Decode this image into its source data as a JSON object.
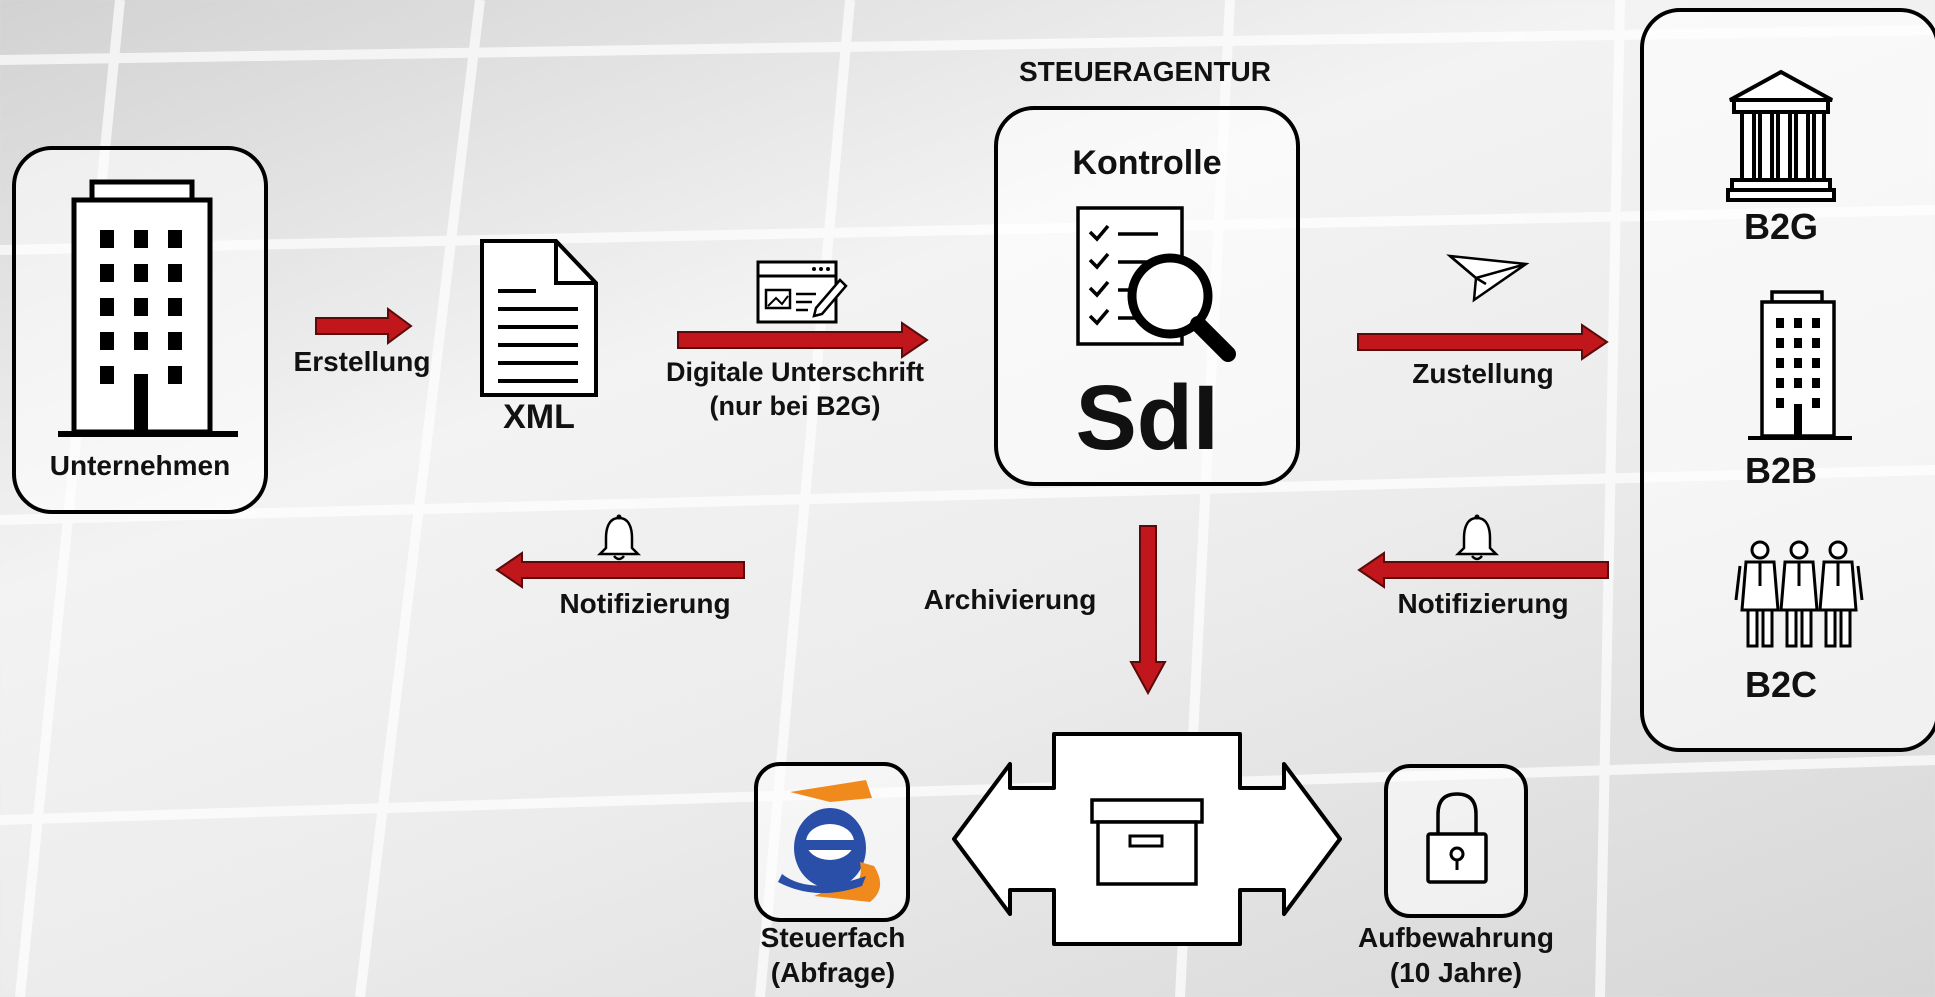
{
  "diagram": {
    "agency_title": "STEUERAGENTUR",
    "company_label": "Unternehmen",
    "creation_label": "Erstellung",
    "xml_label": "XML",
    "signature_label_line1": "Digitale Unterschrift",
    "signature_label_line2": "(nur bei B2G)",
    "control_title": "Kontrolle",
    "sdi_label": "SdI",
    "delivery_label": "Zustellung",
    "recipients": {
      "b2g": "B2G",
      "b2b": "B2B",
      "b2c": "B2C"
    },
    "notification_left_label": "Notifizierung",
    "notification_right_label": "Notifizierung",
    "archive_label": "Archivierung",
    "tax_drawer_line1": "Steuerfach",
    "tax_drawer_line2": "(Abfrage)",
    "retention_line1": "Aufbewahrung",
    "retention_line2": "(10 Jahre)"
  },
  "colors": {
    "arrow_fill": "#c0161c",
    "arrow_border": "#5a0a0a",
    "stroke": "#000000",
    "logo_orange": "#f08a1c",
    "logo_blue": "#2a4fa8"
  },
  "icons": [
    "building-icon",
    "document-xml-icon",
    "signature-window-icon",
    "checklist-magnifier-icon",
    "paper-plane-icon",
    "government-building-icon",
    "office-building-icon",
    "people-icon",
    "bell-icon",
    "archive-box-icon",
    "agenzia-entrate-logo",
    "padlock-icon"
  ]
}
